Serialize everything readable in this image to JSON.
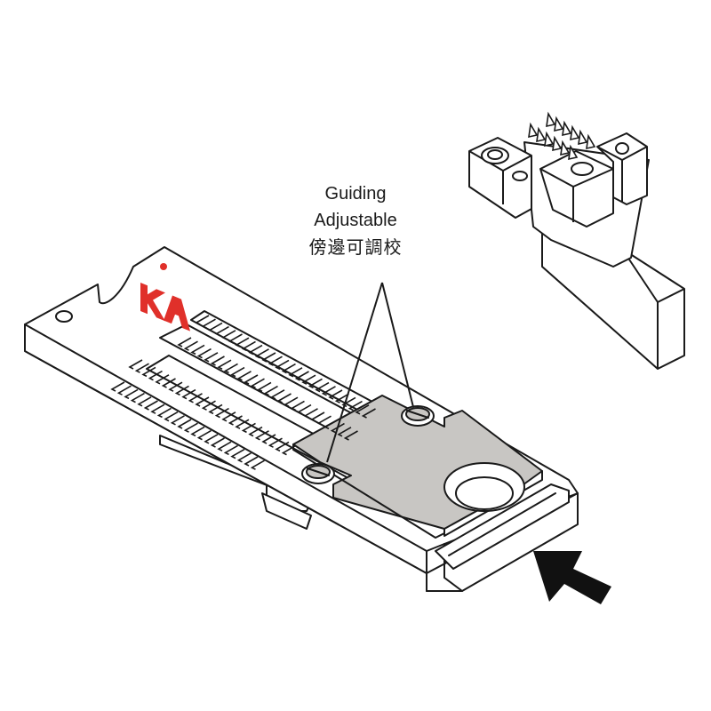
{
  "callout": {
    "line1": "Guiding",
    "line2": "Adjustable",
    "line3": "傍邊可調校"
  },
  "logo": {
    "text": "KA",
    "color": "#e0302a"
  },
  "colors": {
    "outline": "#1a1a1a",
    "guide_plate": "#c8c6c3",
    "background": "#ffffff"
  },
  "icons": [
    "arrow-icon",
    "logo-mark"
  ]
}
